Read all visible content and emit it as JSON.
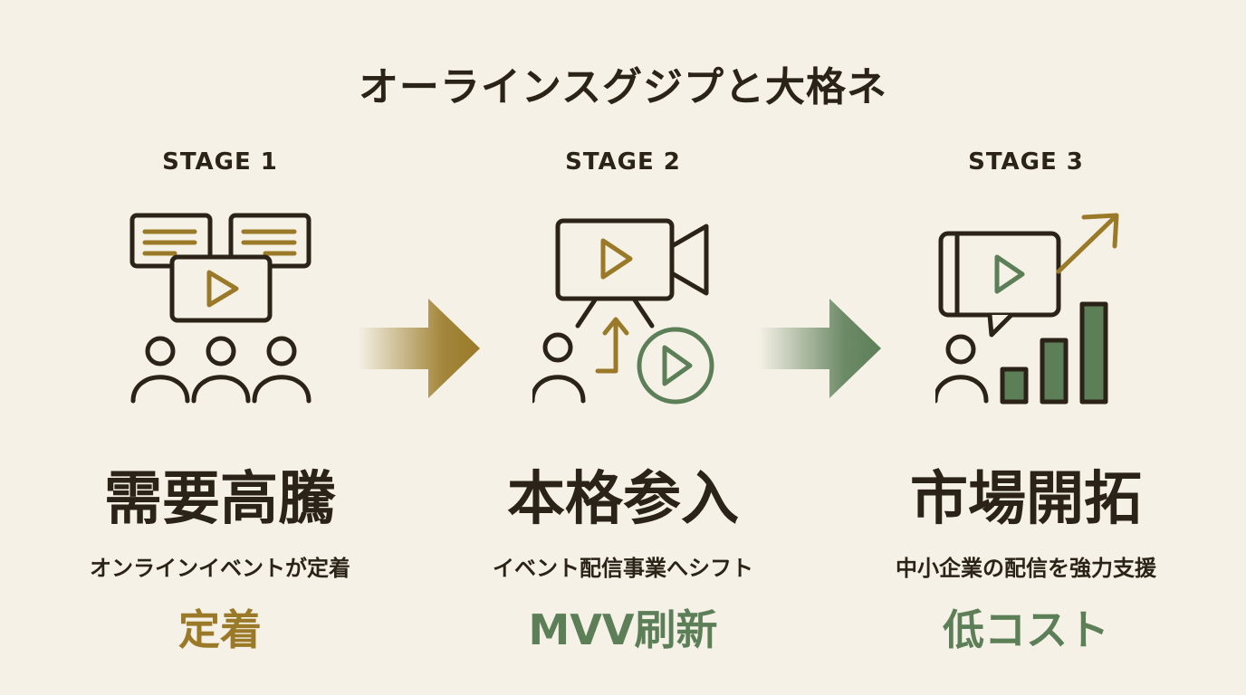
{
  "title": "オーラインスグジプと大格ネ",
  "colors": {
    "dark": "#2b2318",
    "gold": "#9a7a28",
    "green": "#5d7f58",
    "background": "#f5f1e6"
  },
  "stages": [
    {
      "label": "STAGE 1",
      "heading": "需要高騰",
      "description": "オンラインイベントが定着",
      "keyword": "定着",
      "keyword_color": "#9a7a28",
      "icon": "audience-video-icon"
    },
    {
      "label": "STAGE 2",
      "heading": "本格参入",
      "description": "イベント配信事業へシフト",
      "keyword": "MVV刷新",
      "keyword_color": "#5d7f58",
      "icon": "video-camera-icon"
    },
    {
      "label": "STAGE 3",
      "heading": "市場開拓",
      "description": "中小企業の配信を強力支援",
      "keyword": "低コスト",
      "keyword_color": "#5d7f58",
      "icon": "growth-chart-icon"
    }
  ],
  "arrows": [
    {
      "icon": "right-arrow-icon",
      "color": "#9a7a28"
    },
    {
      "icon": "right-arrow-icon",
      "color": "#5d7f58"
    }
  ]
}
